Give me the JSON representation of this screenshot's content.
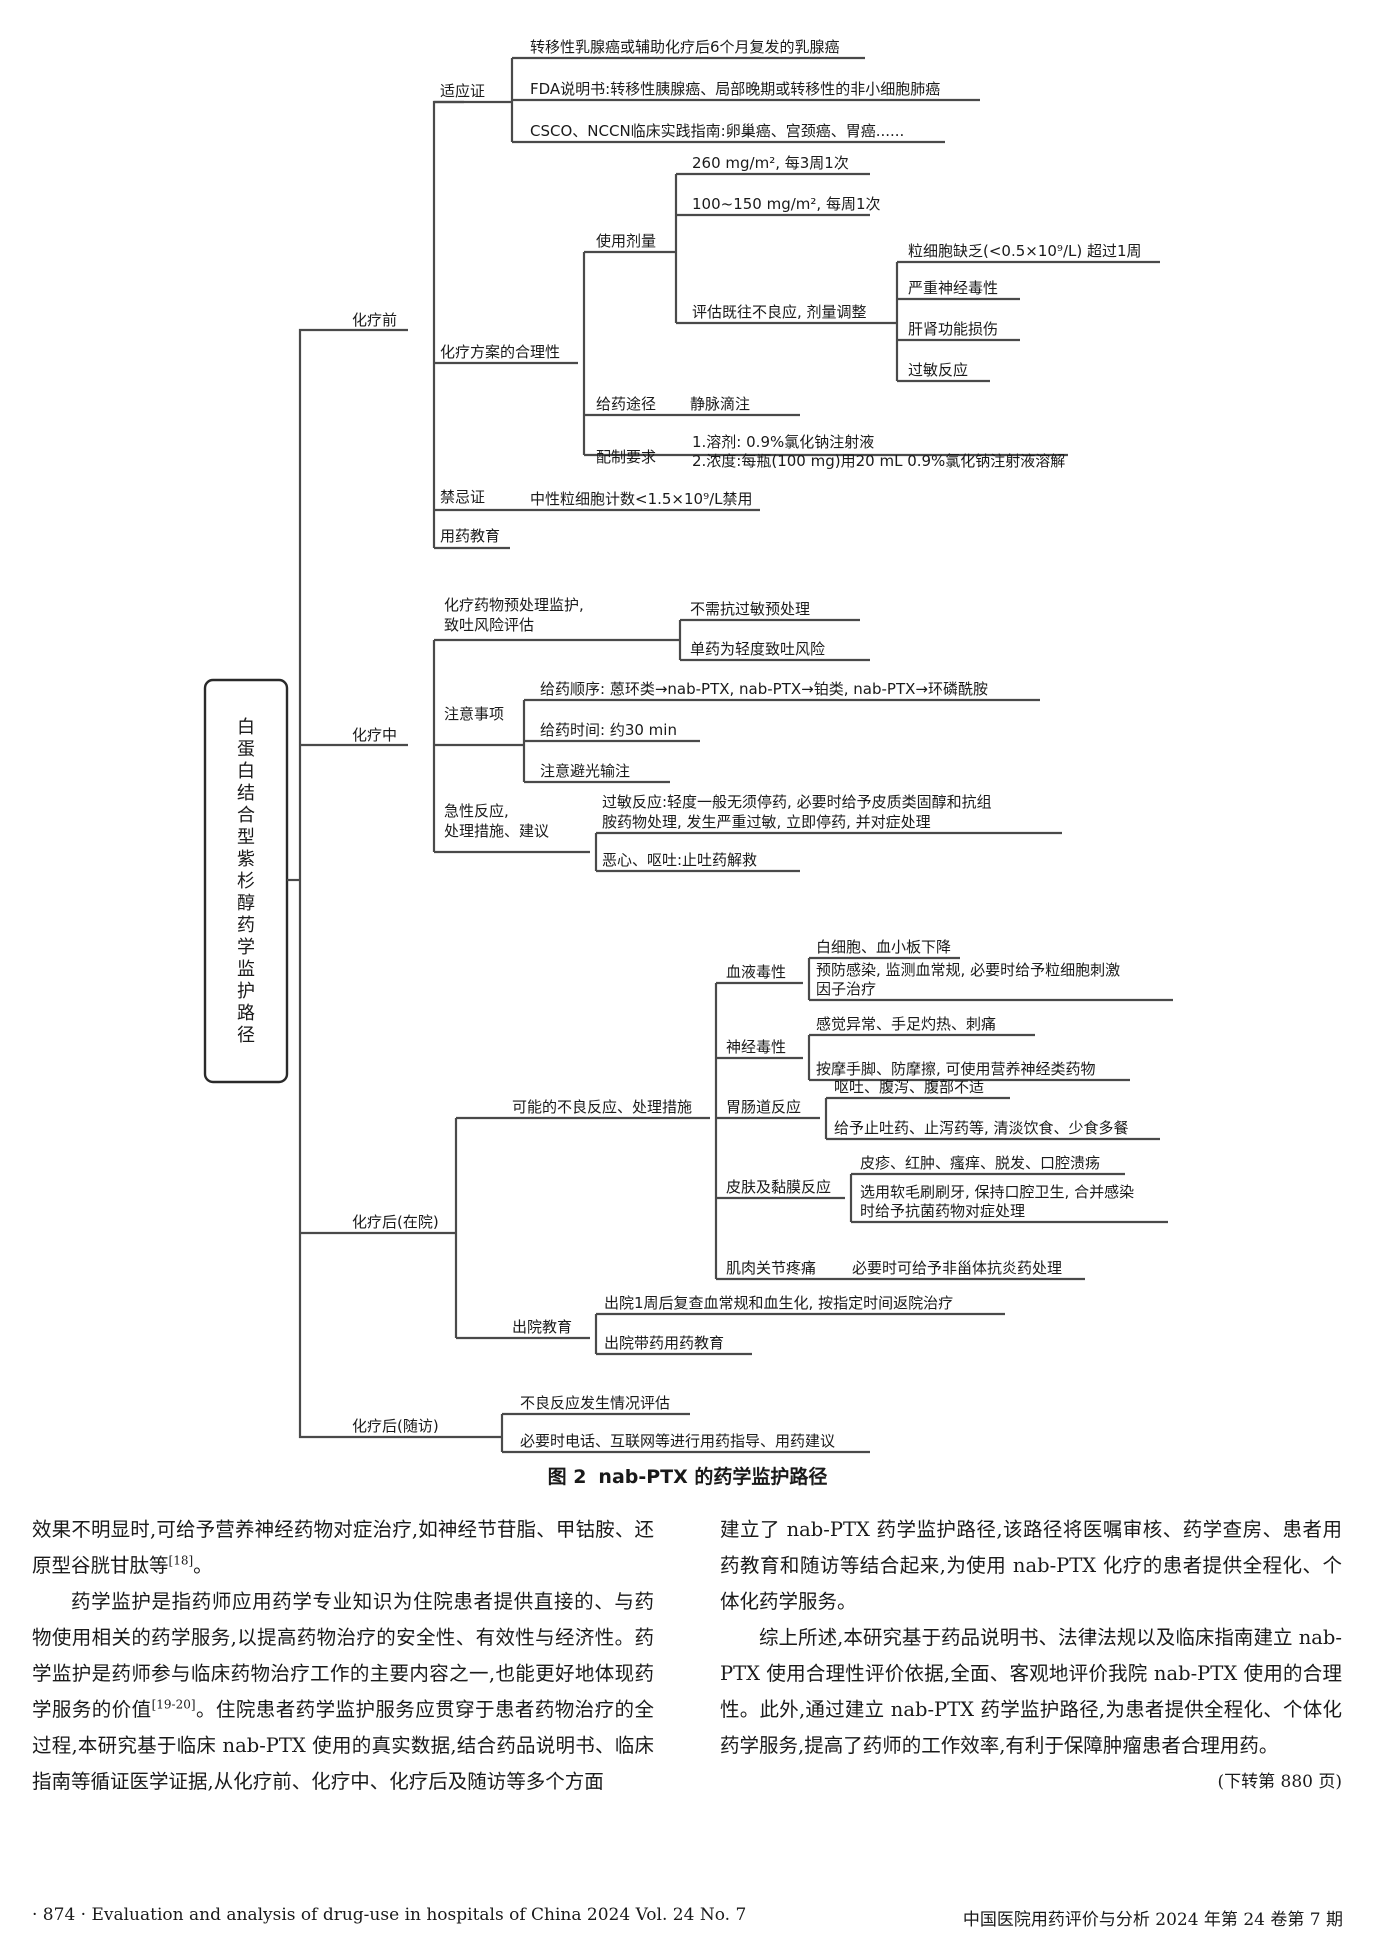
{
  "diagram": {
    "root": "白蛋白结合型紫杉醇药学监护路径",
    "pre": {
      "label": "化疗前",
      "indication": {
        "label": "适应证",
        "items": [
          "转移性乳腺癌或辅助化疗后6个月复发的乳腺癌",
          "FDA说明书:转移性胰腺癌、局部晚期或转移性的非小细胞肺癌",
          "CSCO、NCCN临床实践指南:卵巢癌、宫颈癌、胃癌......"
        ]
      },
      "regimen": {
        "label": "化疗方案的合理性",
        "dose": {
          "label": "使用剂量",
          "d1": "260 mg/m², 每3周1次",
          "d2": "100~150 mg/m², 每周1次",
          "adjust": {
            "label": "评估既往不良应, 剂量调整",
            "items": [
              "粒细胞缺乏(<0.5×10⁹/L) 超过1周",
              "严重神经毒性",
              "肝肾功能损伤",
              "过敏反应"
            ]
          }
        },
        "route": {
          "label": "给药途径",
          "value": "静脉滴注"
        },
        "prep": {
          "label": "配制要求",
          "line1": "1.溶剂: 0.9%氯化钠注射液",
          "line2": "2.浓度:每瓶(100 mg)用20 mL 0.9%氯化钠注射液溶解"
        }
      },
      "contra": {
        "label": "禁忌证",
        "value": "中性粒细胞计数<1.5×10⁹/L禁用"
      },
      "education": "用药教育"
    },
    "during": {
      "label": "化疗中",
      "premed": {
        "line1": "化疗药物预处理监护,",
        "line2": "致吐风险评估",
        "items": [
          "不需抗过敏预处理",
          "单药为轻度致吐风险"
        ]
      },
      "notes": {
        "label": "注意事项",
        "items": [
          "给药顺序: 蒽环类→nab-PTX, nab-PTX→铂类, nab-PTX→环磷酰胺",
          "给药时间: 约30 min",
          "注意避光输注"
        ]
      },
      "acute": {
        "line1": "急性反应,",
        "line2": "处理措施、建议",
        "allergy1": "过敏反应:轻度一般无须停药, 必要时给予皮质类固醇和抗组",
        "allergy2": "胺药物处理, 发生严重过敏, 立即停药, 并对症处理",
        "nausea": "恶心、呕吐:止吐药解救"
      }
    },
    "post": {
      "label": "化疗后(在院)",
      "adverse": {
        "label": "可能的不良反应、处理措施",
        "blood": {
          "label": "血液毒性",
          "a": "白细胞、血小板下降",
          "b1": "预防感染, 监测血常规, 必要时给予粒细胞刺激",
          "b2": "因子治疗"
        },
        "nerve": {
          "label": "神经毒性",
          "a": "感觉异常、手足灼热、刺痛",
          "b": "按摩手脚、防摩擦, 可使用营养神经类药物"
        },
        "gi": {
          "label": "胃肠道反应",
          "a": "呕吐、腹泻、腹部不适",
          "b": "给予止吐药、止泻药等, 清淡饮食、少食多餐"
        },
        "skin": {
          "label": "皮肤及黏膜反应",
          "a": "皮疹、红肿、瘙痒、脱发、口腔溃疡",
          "b1": "选用软毛刷刷牙, 保持口腔卫生, 合并感染",
          "b2": "时给予抗菌药物对症处理"
        },
        "muscle": {
          "label": "肌肉关节疼痛",
          "value": "必要时可给予非甾体抗炎药处理"
        }
      },
      "discharge": {
        "label": "出院教育",
        "items": [
          "出院1周后复查血常规和血生化, 按指定时间返院治疗",
          "出院带药用药教育"
        ]
      }
    },
    "follow": {
      "label": "化疗后(随访)",
      "items": [
        "不良反应发生情况评估",
        "必要时电话、互联网等进行用药指导、用药建议"
      ]
    }
  },
  "caption": {
    "number": "图 2",
    "title": "nab-PTX 的药学监护路径"
  },
  "text": {
    "left_p1": "效果不明显时,可给予营养神经药物对症治疗,如神经节苷脂、甲钴胺、还原型谷胱甘肽等",
    "left_p1_ref": "[18]",
    "left_p1_end": "。",
    "left_p2a": "药学监护是指药师应用药学专业知识为住院患者提供直接的、与药物使用相关的药学服务,以提高药物治疗的安全性、有效性与经济性。药学监护是药师参与临床药物治疗工作的主要内容之一,也能更好地体现药学服务的价值",
    "left_p2_ref": "[19-20]",
    "left_p2b": "。住院患者药学监护服务应贯穿于患者药物治疗的全过程,本研究基于临床 nab-PTX 使用的真实数据,结合药品说明书、临床指南等循证医学证据,从化疗前、化疗中、化疗后及随访等多个方面",
    "right_p1": "建立了 nab-PTX 药学监护路径,该路径将医嘱审核、药学查房、患者用药教育和随访等结合起来,为使用 nab-PTX 化疗的患者提供全程化、个体化药学服务。",
    "right_p2": "综上所述,本研究基于药品说明书、法律法规以及临床指南建立 nab-PTX 使用合理性评价依据,全面、客观地评价我院 nab-PTX 使用的合理性。此外,通过建立 nab-PTX 药学监护路径,为患者提供全程化、个体化药学服务,提高了药师的工作效率,有利于保障肿瘤患者合理用药。",
    "continued": "(下转第 880 页)"
  },
  "footer": {
    "left": "· 874 ·  Evaluation and analysis of drug-use in hospitals of China 2024 Vol. 24 No. 7",
    "right": "中国医院用药评价与分析   2024 年第 24 卷第 7 期"
  }
}
